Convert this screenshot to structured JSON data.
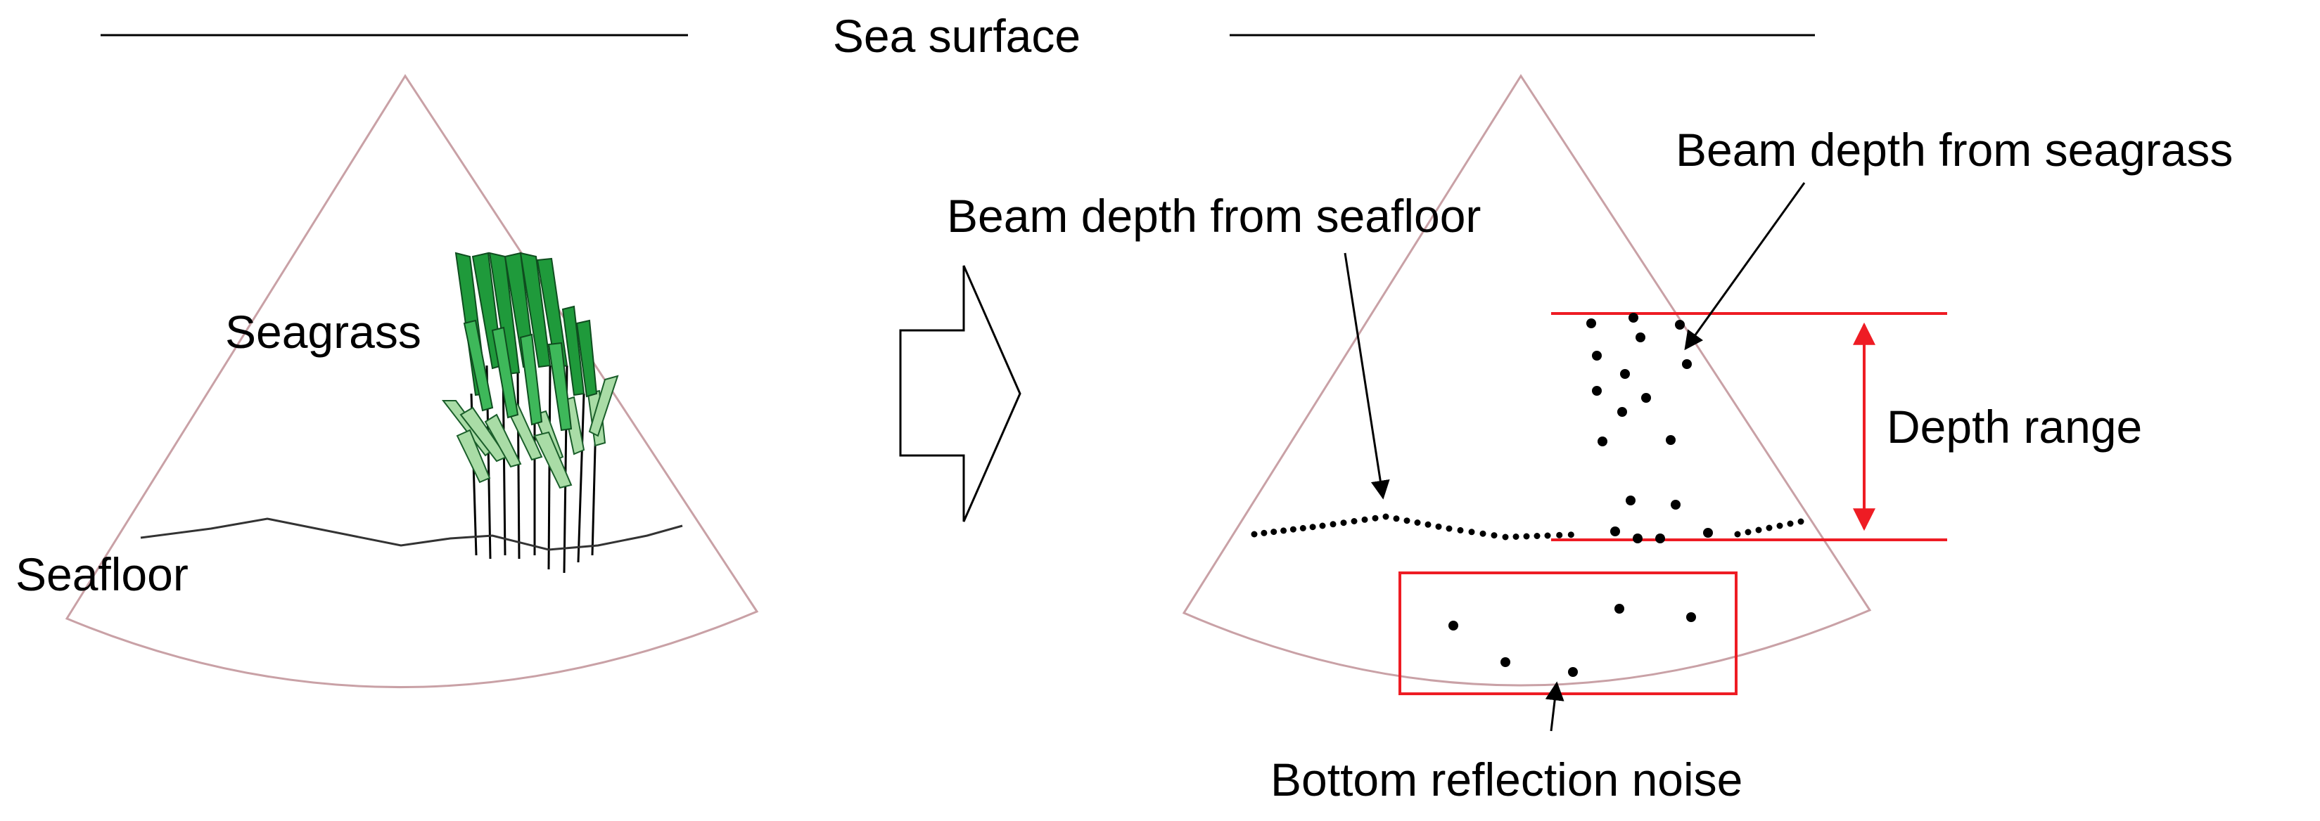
{
  "labels": {
    "sea_surface": "Sea surface",
    "seagrass": "Seagrass",
    "seafloor": "Seafloor",
    "beam_depth_seafloor": "Beam depth from seafloor",
    "beam_depth_seagrass": "Beam depth from seagrass",
    "depth_range": "Depth range",
    "bottom_reflection_noise": "Bottom reflection noise"
  },
  "colors": {
    "beam_outline": "#c9a1a6",
    "seagrass_dark": "#1f9a3b",
    "seagrass_light": "#a9dca6",
    "annotation_red": "#ee1c24",
    "ink": "#000000"
  }
}
